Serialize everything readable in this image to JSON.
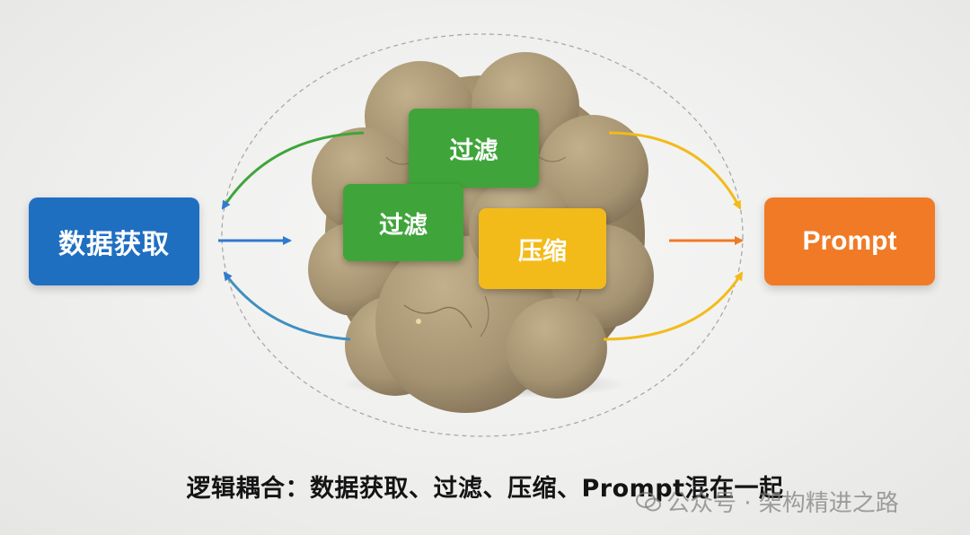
{
  "diagram": {
    "source_label": "数据获取",
    "target_label": "Prompt",
    "chips": {
      "filter_top": "过滤",
      "filter_mid": "过滤",
      "compress": "压缩"
    },
    "caption": "逻辑耦合：数据获取、过滤、压缩、Prompt混在一起",
    "colors": {
      "source_box": "#1f6fc1",
      "target_box": "#f07a26",
      "chip_green": "#3fa53a",
      "chip_yellow": "#f2bb1a",
      "arrow_blue": "#2f7bd0",
      "arrow_green": "#3fa53a",
      "arrow_yellow": "#f2bb1a",
      "arrow_orange": "#f07a26"
    }
  },
  "watermark": {
    "text": "公众号 · 架构精进之路",
    "icon": "wechat-icon"
  }
}
